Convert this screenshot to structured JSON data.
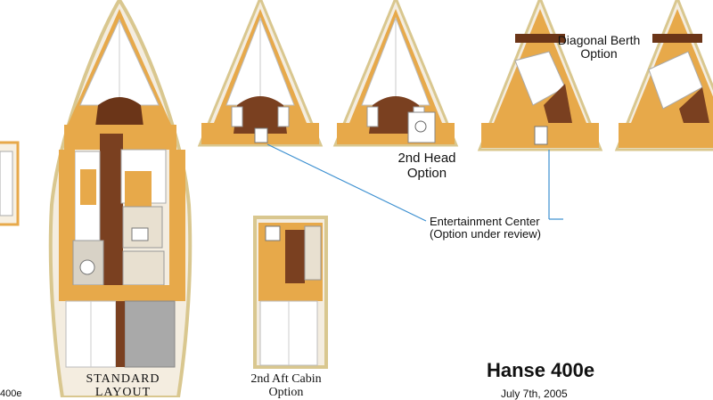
{
  "labels": {
    "diagonal_berth": [
      "Diagonal Berth",
      "Option"
    ],
    "second_head": [
      "2nd Head",
      "Option"
    ],
    "entertainment_center": [
      "Entertainment Center",
      "(Option under review)"
    ],
    "standard_layout": [
      "STANDARD",
      "LAYOUT"
    ],
    "second_aft_cabin": [
      "2nd Aft Cabin",
      "Option"
    ],
    "model": "Hanse 400e",
    "date_partial": "July 7th, 2005",
    "left_partial": "400e"
  },
  "colors": {
    "hull_outline": "#e5d9a8",
    "hull_fill": "#f4ede0",
    "wood_light": "#e7a94a",
    "wood_mid": "#d68a28",
    "wood_dark": "#6b3518",
    "floor": "#7a4020",
    "cushion": "#ffffff",
    "cushion_line": "#b9b9b9",
    "leader_line": "#3b8fd0",
    "grey_panel": "#a9a9a9"
  }
}
